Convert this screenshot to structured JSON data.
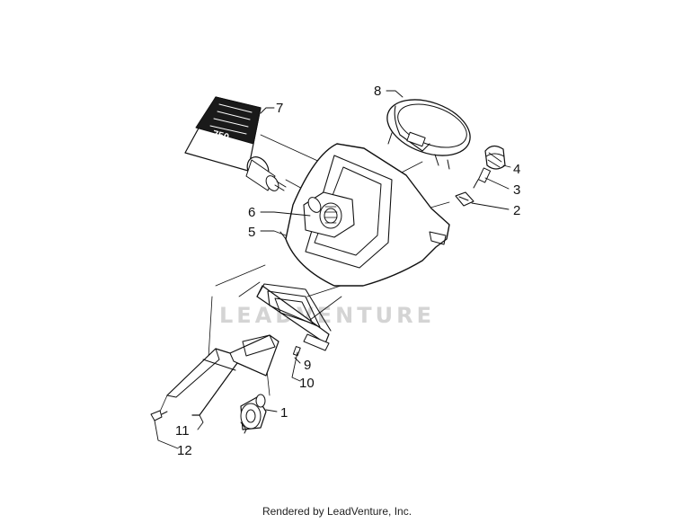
{
  "watermark": "LEADVENTURE",
  "footer": "Rendered by LeadVenture, Inc.",
  "callouts": {
    "c1": "1",
    "c2": "2",
    "c3": "3",
    "c4": "4",
    "c5": "5",
    "c6": "6",
    "c7": "7",
    "c8": "8",
    "c9": "9",
    "c10": "10",
    "c11": "11",
    "c12": "12"
  },
  "decal_text": "750"
}
